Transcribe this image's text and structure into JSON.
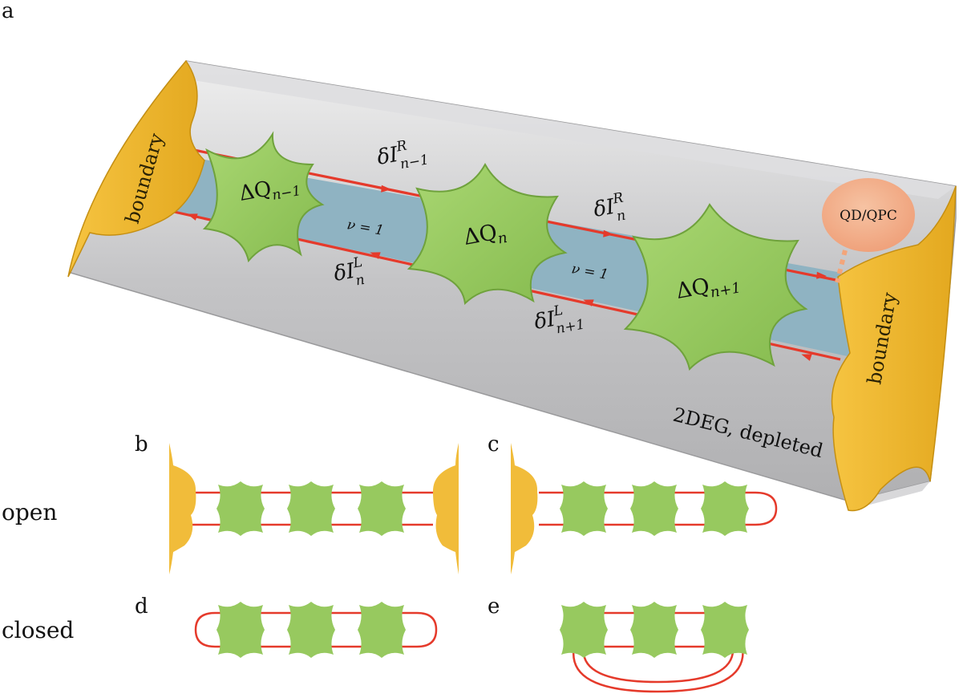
{
  "colors": {
    "substrate": "#c9c9cb",
    "boundary": "#f0b733",
    "gate": "#97c95f",
    "channel": "#8fb3c2",
    "edge_current": "#e53a2b",
    "qd_blob": "#f3b28e"
  },
  "panel_a": {
    "letter": "a",
    "boundary_left": "boundary",
    "boundary_right": "boundary",
    "gates": [
      {
        "symbol": "ΔQ",
        "subscript": "n−1"
      },
      {
        "symbol": "ΔQ",
        "subscript": "n"
      },
      {
        "symbol": "ΔQ",
        "subscript": "n+1"
      }
    ],
    "filling_labels": [
      "ν = 1",
      "ν = 1"
    ],
    "currents": [
      {
        "symbol": "δI",
        "superscript": "R",
        "subscript": "n−1"
      },
      {
        "symbol": "δI",
        "superscript": "R",
        "subscript": "n"
      },
      {
        "symbol": "δI",
        "superscript": "L",
        "subscript": "n"
      },
      {
        "symbol": "δI",
        "superscript": "L",
        "subscript": "n+1"
      }
    ],
    "probe": "QD/QPC",
    "substrate_label": "2DEG, depleted"
  },
  "panels": {
    "b": "b",
    "c": "c",
    "d": "d",
    "e": "e"
  },
  "row_labels": {
    "open": "open",
    "closed": "closed"
  }
}
